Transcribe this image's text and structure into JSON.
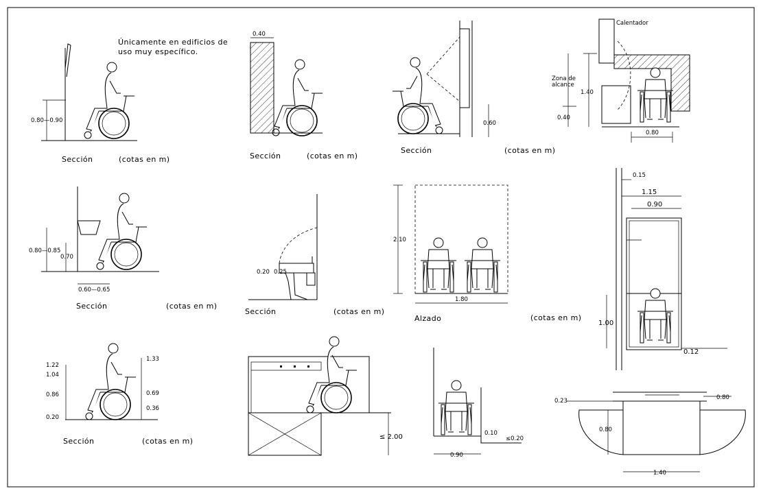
{
  "notes": {
    "specific_line1": "Únicamente en edificios de",
    "specific_line2": "uso muy específico."
  },
  "labels": {
    "seccion": "Sección",
    "alzado": "Alzado",
    "cotas": "(cotas en m)",
    "calentador": "Calentador",
    "zona_line1": "Zona de",
    "zona_line2": "alcance"
  },
  "dims": {
    "d080_090": "0.80—0.90",
    "d040": "0.40",
    "d060": "0.60",
    "d140": "1.40",
    "d040b": "0.40",
    "d080": "0.80",
    "d080_085": "0.80—0.85",
    "d070": "0.70",
    "d060_065": "0.60—0.65",
    "d020": "0.20",
    "d025": "0.25",
    "d210": "2.10",
    "d180": "1.80",
    "d015": "0.15",
    "d115": "1.15",
    "d090": "0.90",
    "d100": "1.00",
    "d012": "0.12",
    "d122": "1.22",
    "d104": "1.04",
    "d086": "0.86",
    "d020b": "0.20",
    "d133": "1.33",
    "d069": "0.69",
    "d036": "0.36",
    "d200": "≤ 2.00",
    "d010": "0.10",
    "d020c": "≤0.20",
    "d090b": "0.90",
    "d023": "0.23",
    "d080b": "0.80",
    "d080c": "0.80",
    "d140b": "1.40"
  }
}
